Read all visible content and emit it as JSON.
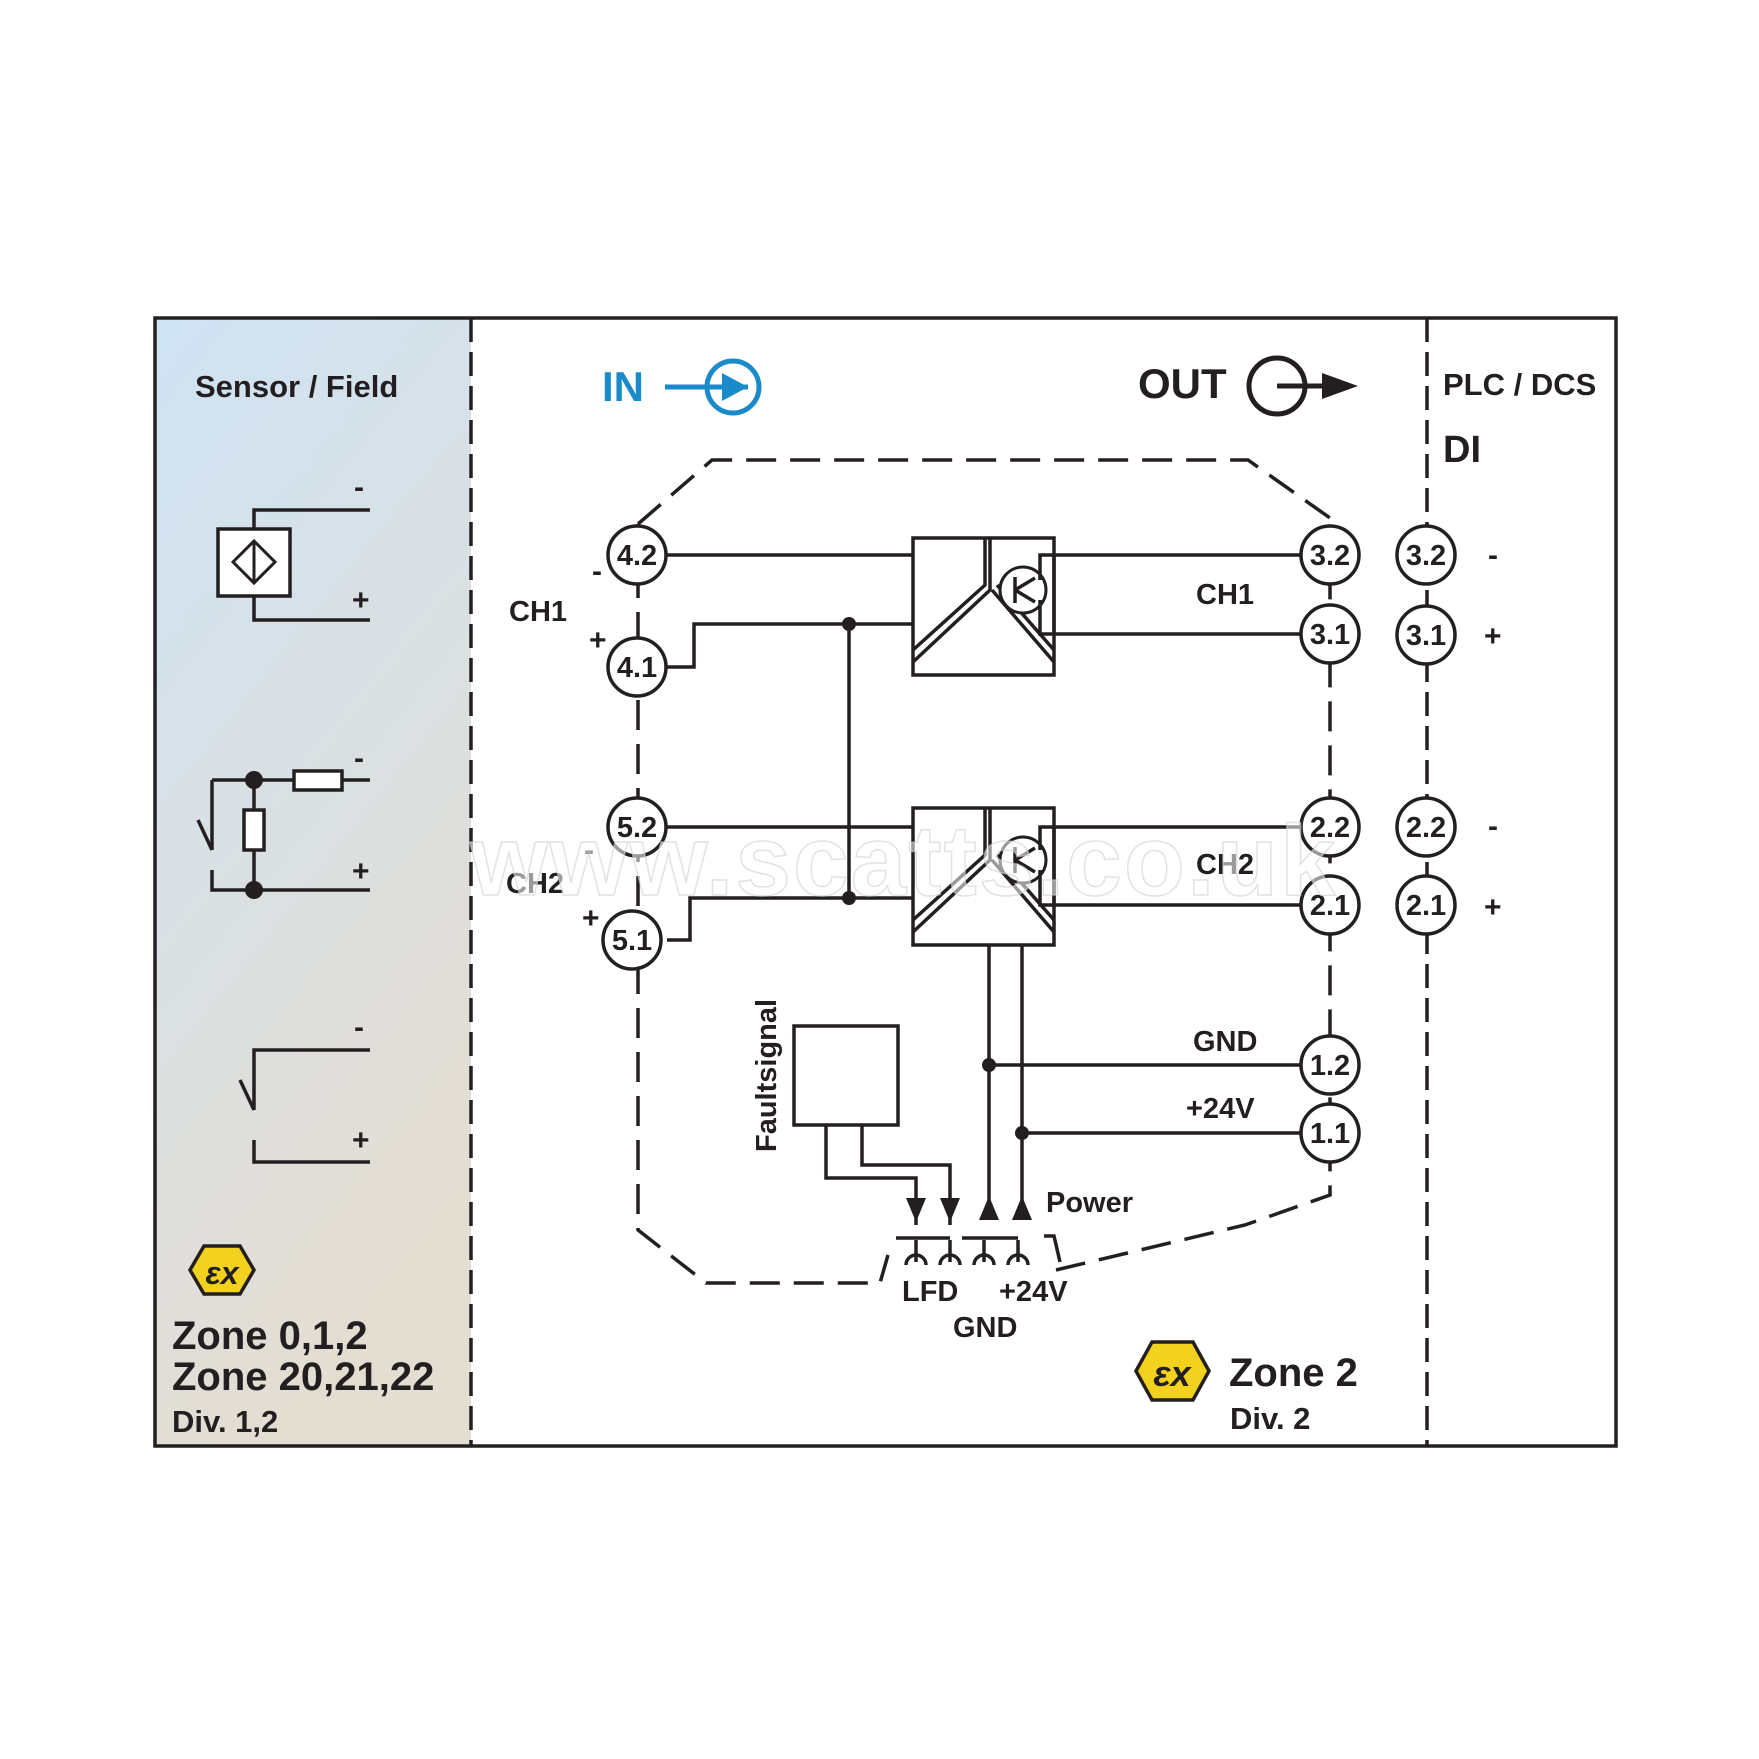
{
  "sensor_field": {
    "heading": "Sensor / Field",
    "zone_lines": [
      "Zone 0,1,2",
      "Zone 20,21,22"
    ],
    "div": "Div. 1,2",
    "ex_mark": "εx"
  },
  "io": {
    "in_label": "IN",
    "out_label": "OUT"
  },
  "plc": {
    "heading": "PLC / DCS",
    "sub": "DI"
  },
  "channels": {
    "ch1": "CH1",
    "ch2": "CH2"
  },
  "terminals": {
    "t42": "4.2",
    "t41": "4.1",
    "t52": "5.2",
    "t51": "5.1",
    "t32": "3.2",
    "t31": "3.1",
    "t22": "2.2",
    "t21": "2.1",
    "t12": "1.2",
    "t11": "1.1",
    "p32": "3.2",
    "p31": "3.1",
    "p22": "2.2",
    "p21": "2.1"
  },
  "signs": {
    "minus": "-",
    "plus": "+"
  },
  "power": {
    "gnd": "GND",
    "v24": "+24V",
    "power": "Power",
    "lfd": "LFD",
    "bus_v24": "+24V",
    "bus_gnd": "GND",
    "faultsignal": "Faultsignal"
  },
  "zone_right": {
    "zone": "Zone 2",
    "div": "Div. 2",
    "ex_mark": "εx"
  },
  "watermark": "www.scatts.co.uk",
  "colors": {
    "accent_blue": "#1b8ac9",
    "ex_yellow": "#f2d21f",
    "line": "#231f20",
    "panel_top": "#cfe3f4",
    "panel_bottom": "#e2ddd3"
  }
}
